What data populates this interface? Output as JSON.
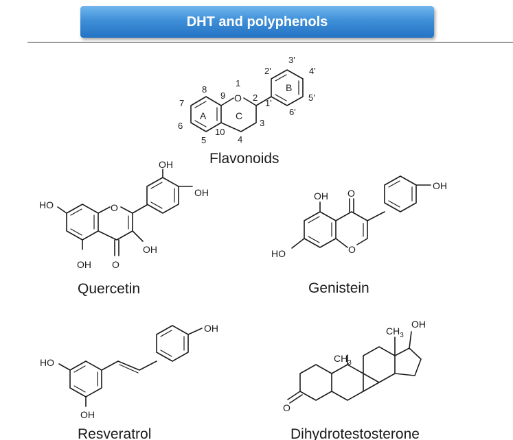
{
  "header": {
    "title": "DHT and polyphenols"
  },
  "flavonoid": {
    "name": "Flavonoids",
    "ring_labels": [
      "A",
      "B",
      "C"
    ],
    "positions": [
      "1",
      "2",
      "3",
      "4",
      "5",
      "6",
      "7",
      "8",
      "9",
      "10",
      "1'",
      "2'",
      "3'",
      "4'",
      "5'",
      "6'"
    ],
    "heteroatom": "O"
  },
  "quercetin": {
    "name": "Quercetin",
    "groups": [
      "OH",
      "OH",
      "HO",
      "OH",
      "OH",
      "O",
      "O"
    ]
  },
  "genistein": {
    "name": "Genistein",
    "groups": [
      "OH",
      "O",
      "OH",
      "HO",
      "O"
    ]
  },
  "resveratrol": {
    "name": "Resveratrol",
    "groups": [
      "OH",
      "HO",
      "OH"
    ]
  },
  "dht": {
    "name": "Dihydrotestosterone",
    "groups": [
      "OH",
      "CH",
      "3",
      "CH",
      "3",
      "O"
    ]
  }
}
